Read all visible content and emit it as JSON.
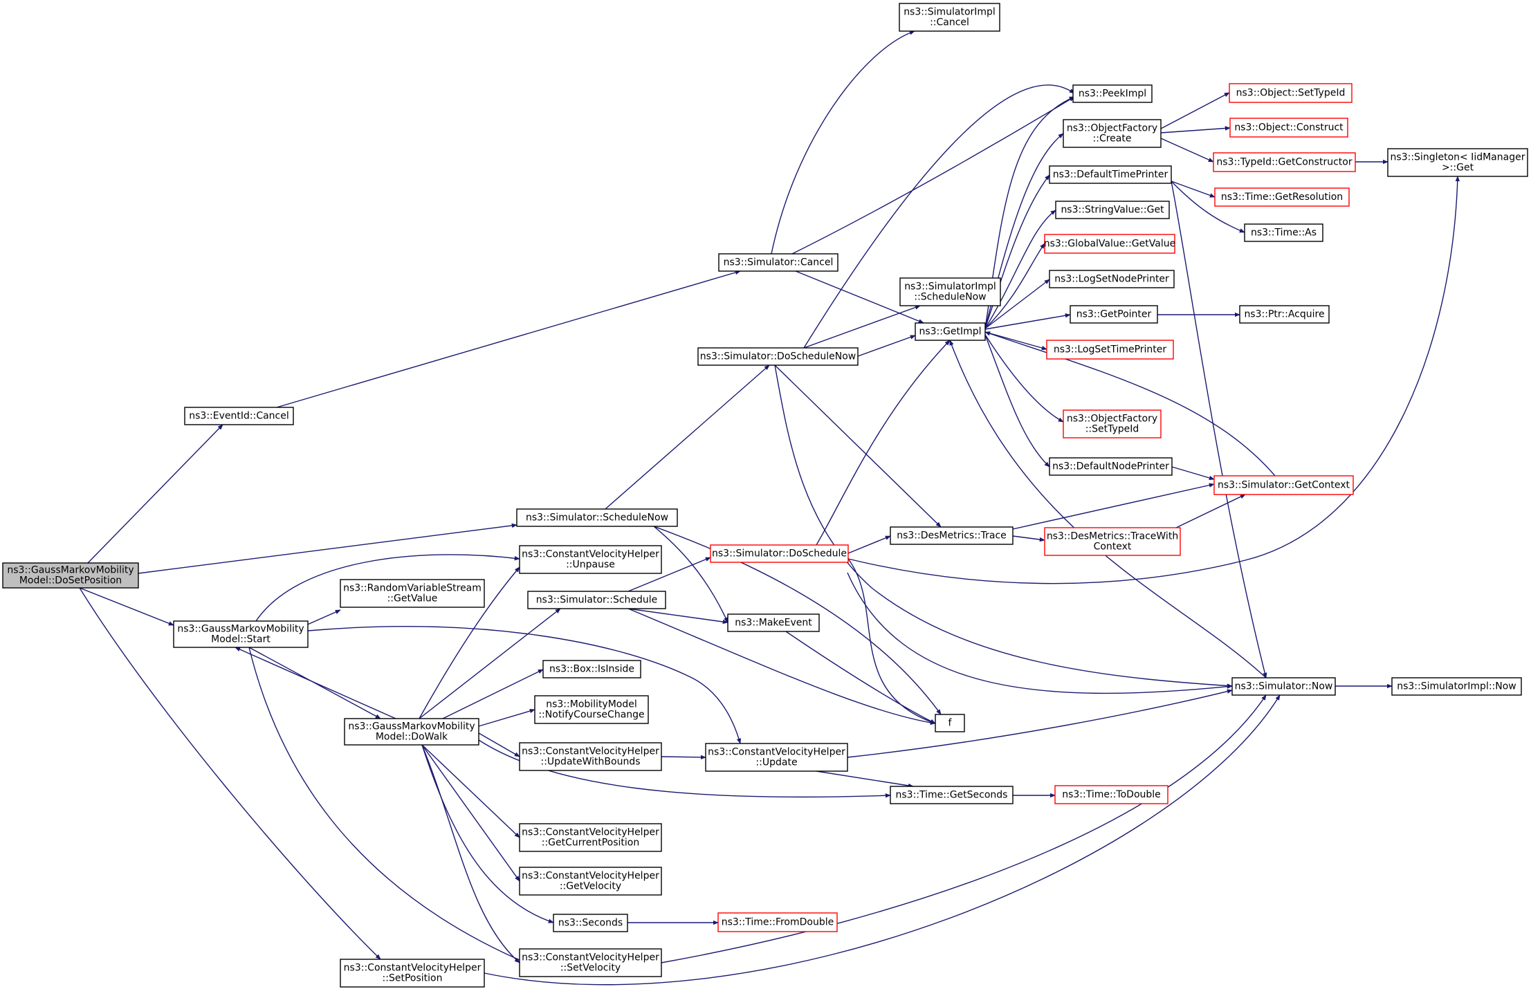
{
  "colors": {
    "edge": "#191970",
    "node_border": "#000000",
    "node_border_red": "#ff0000",
    "root_fill": "#bfbfbf",
    "background": "#ffffff"
  },
  "nodes": {
    "root": {
      "lines": [
        "ns3::GaussMarkovMobility",
        "Model::DoSetPosition"
      ]
    },
    "eventid_cancel": {
      "lines": [
        "ns3::EventId::Cancel"
      ]
    },
    "sim_cancel": {
      "lines": [
        "ns3::Simulator::Cancel"
      ]
    },
    "simimpl_cancel": {
      "lines": [
        "ns3::SimulatorImpl",
        "::Cancel"
      ]
    },
    "peekimpl": {
      "lines": [
        "ns3::PeekImpl"
      ]
    },
    "objfactory_create": {
      "lines": [
        "ns3::ObjectFactory",
        "::Create"
      ]
    },
    "object_settypeid": {
      "lines": [
        "ns3::Object::SetTypeId"
      ]
    },
    "object_construct": {
      "lines": [
        "ns3::Object::Construct"
      ]
    },
    "typeid_getconstructor": {
      "lines": [
        "ns3::TypeId::GetConstructor"
      ]
    },
    "singleton_get": {
      "lines": [
        "ns3::Singleton< IidManager",
        ">::Get"
      ]
    },
    "default_time_printer": {
      "lines": [
        "ns3::DefaultTimePrinter"
      ]
    },
    "time_getresolution": {
      "lines": [
        "ns3::Time::GetResolution"
      ]
    },
    "stringvalue_get": {
      "lines": [
        "ns3::StringValue::Get"
      ]
    },
    "time_as": {
      "lines": [
        "ns3::Time::As"
      ]
    },
    "globalvalue_getvalue": {
      "lines": [
        "ns3::GlobalValue::GetValue"
      ]
    },
    "logsetnodeprinter": {
      "lines": [
        "ns3::LogSetNodePrinter"
      ]
    },
    "simimpl_schedulenow": {
      "lines": [
        "ns3::SimulatorImpl",
        "::ScheduleNow"
      ]
    },
    "getpointer": {
      "lines": [
        "ns3::GetPointer"
      ]
    },
    "ptr_acquire": {
      "lines": [
        "ns3::Ptr::Acquire"
      ]
    },
    "getimpl": {
      "lines": [
        "ns3::GetImpl"
      ]
    },
    "sim_doschedulenow": {
      "lines": [
        "ns3::Simulator::DoScheduleNow"
      ]
    },
    "logsettimeprinter": {
      "lines": [
        "ns3::LogSetTimePrinter"
      ]
    },
    "objfactory_settypeid": {
      "lines": [
        "ns3::ObjectFactory",
        "::SetTypeId"
      ]
    },
    "default_node_printer": {
      "lines": [
        "ns3::DefaultNodePrinter"
      ]
    },
    "sim_getcontext": {
      "lines": [
        "ns3::Simulator::GetContext"
      ]
    },
    "sim_schedulenow": {
      "lines": [
        "ns3::Simulator::ScheduleNow"
      ]
    },
    "desmetrics_trace": {
      "lines": [
        "ns3::DesMetrics::Trace"
      ]
    },
    "desmetrics_tracewithcontext": {
      "lines": [
        "ns3::DesMetrics::TraceWith",
        "Context"
      ]
    },
    "sim_doschedule": {
      "lines": [
        "ns3::Simulator::DoSchedule"
      ]
    },
    "cvh_unpause": {
      "lines": [
        "ns3::ConstantVelocityHelper",
        "::Unpause"
      ]
    },
    "rvs_getvalue": {
      "lines": [
        "ns3::RandomVariableStream",
        "::GetValue"
      ]
    },
    "sim_schedule": {
      "lines": [
        "ns3::Simulator::Schedule"
      ]
    },
    "makeevent": {
      "lines": [
        "ns3::MakeEvent"
      ]
    },
    "gm_start": {
      "lines": [
        "ns3::GaussMarkovMobility",
        "Model::Start"
      ]
    },
    "box_isinside": {
      "lines": [
        "ns3::Box::IsInside"
      ]
    },
    "sim_now": {
      "lines": [
        "ns3::Simulator::Now"
      ]
    },
    "simimpl_now": {
      "lines": [
        "ns3::SimulatorImpl::Now"
      ]
    },
    "mm_notify": {
      "lines": [
        "ns3::MobilityModel",
        "::NotifyCourseChange"
      ]
    },
    "f": {
      "lines": [
        "f"
      ]
    },
    "gm_dowalk": {
      "lines": [
        "ns3::GaussMarkovMobility",
        "Model::DoWalk"
      ]
    },
    "cvh_updatewithbounds": {
      "lines": [
        "ns3::ConstantVelocityHelper",
        "::UpdateWithBounds"
      ]
    },
    "cvh_update": {
      "lines": [
        "ns3::ConstantVelocityHelper",
        "::Update"
      ]
    },
    "time_getseconds": {
      "lines": [
        "ns3::Time::GetSeconds"
      ]
    },
    "time_todouble": {
      "lines": [
        "ns3::Time::ToDouble"
      ]
    },
    "cvh_getcurrentposition": {
      "lines": [
        "ns3::ConstantVelocityHelper",
        "::GetCurrentPosition"
      ]
    },
    "cvh_getvelocity": {
      "lines": [
        "ns3::ConstantVelocityHelper",
        "::GetVelocity"
      ]
    },
    "seconds": {
      "lines": [
        "ns3::Seconds"
      ]
    },
    "time_fromdouble": {
      "lines": [
        "ns3::Time::FromDouble"
      ]
    },
    "cvh_setvelocity": {
      "lines": [
        "ns3::ConstantVelocityHelper",
        "::SetVelocity"
      ]
    },
    "cvh_setposition": {
      "lines": [
        "ns3::ConstantVelocityHelper",
        "::SetPosition"
      ]
    }
  }
}
